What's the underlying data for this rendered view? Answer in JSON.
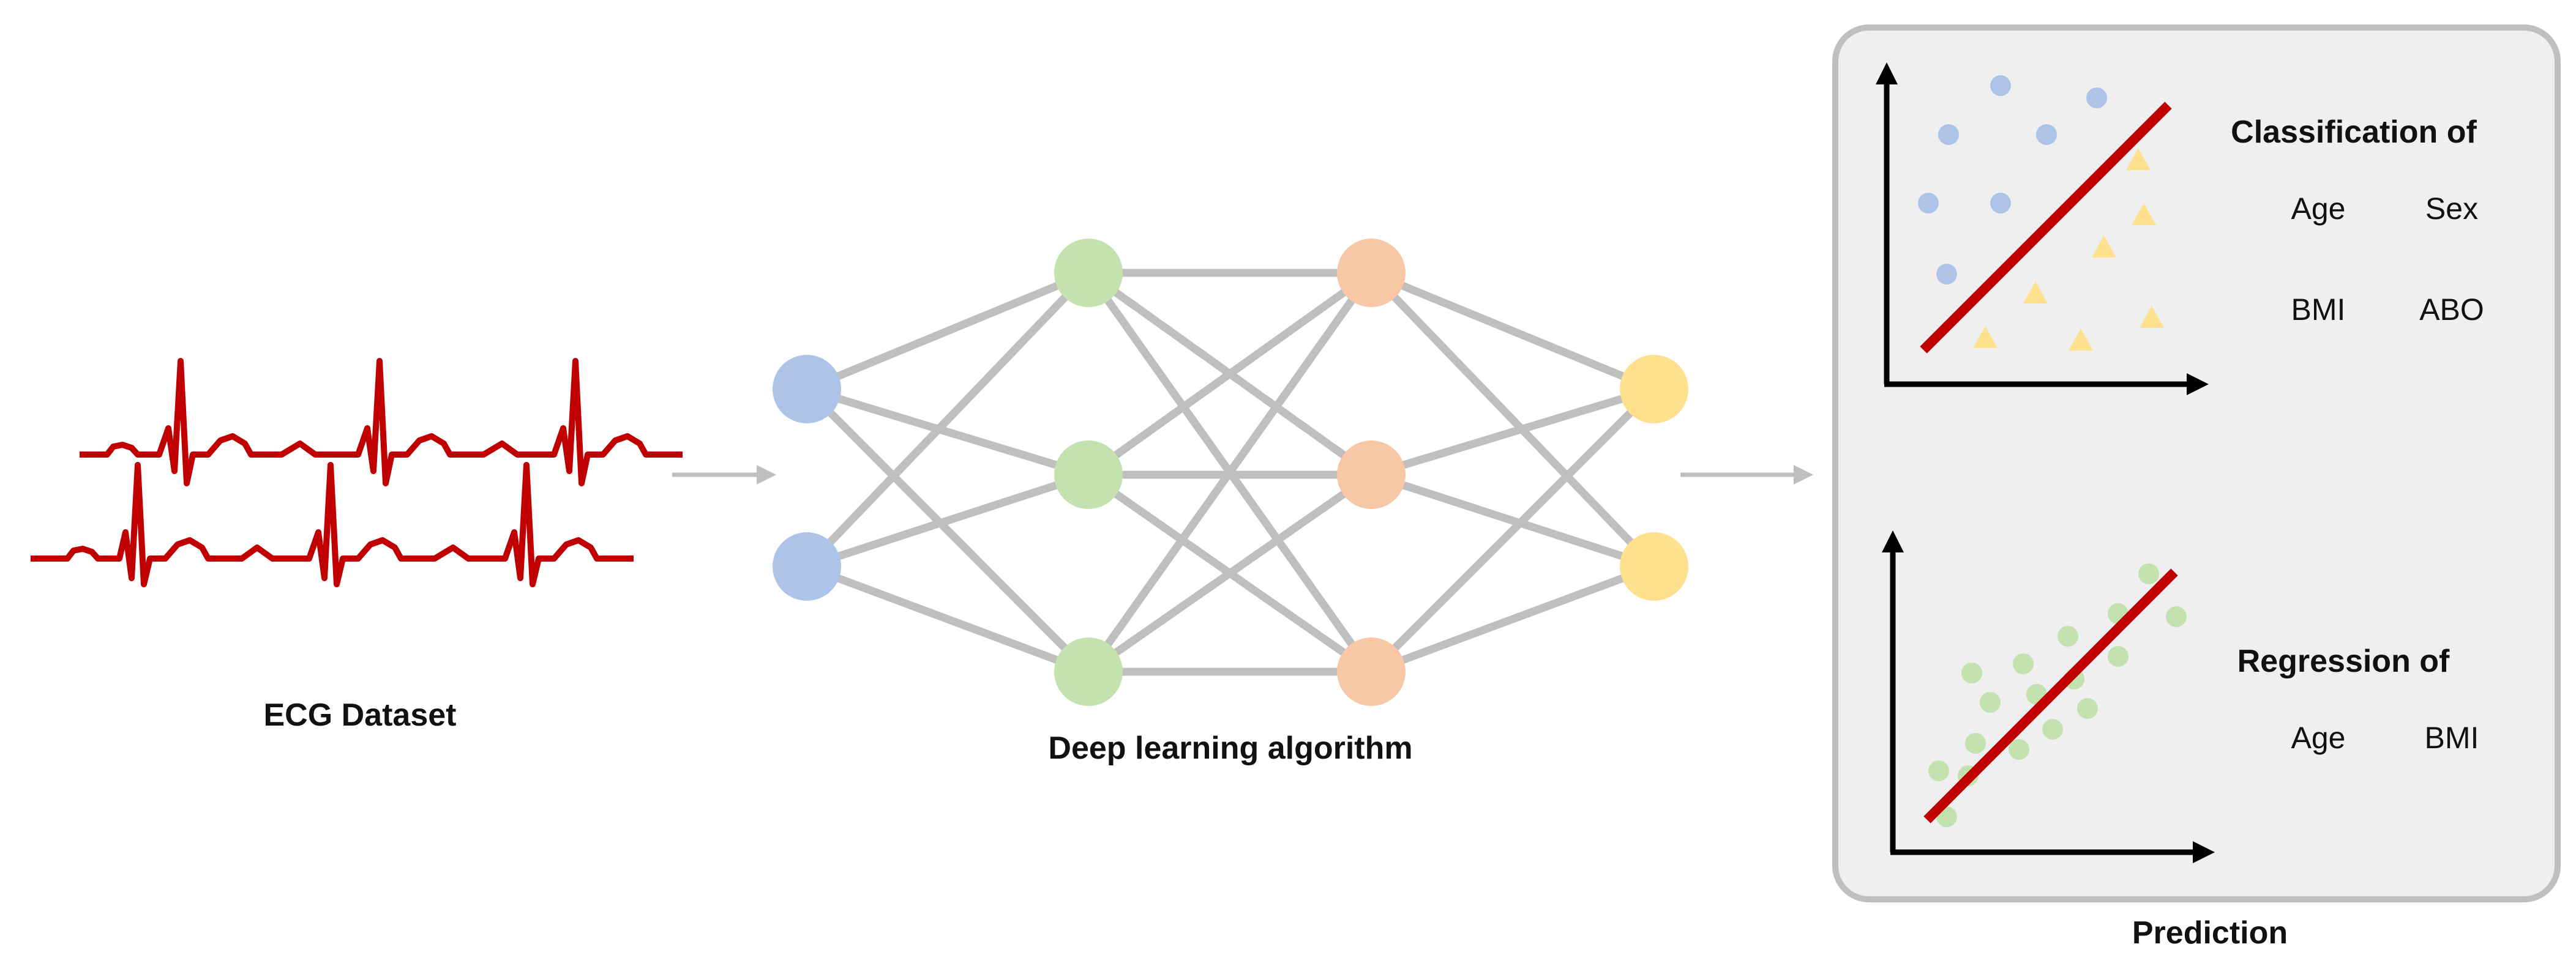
{
  "labels": {
    "ecg_dataset": "ECG Dataset",
    "deep_learning": "Deep learning algorithm",
    "prediction": "Prediction"
  },
  "classification": {
    "title": "Classification of",
    "items": [
      "Age",
      "Sex",
      "BMI",
      "ABO"
    ]
  },
  "regression": {
    "title": "Regression of",
    "items": [
      "Age",
      "BMI"
    ]
  },
  "colors": {
    "ecg": "#c00000",
    "network_edge": "#bfbfbf",
    "input_node": "#adc4e8",
    "hidden1_node": "#c4e1b0",
    "hidden2_node": "#f7c7a6",
    "output_node": "#ffe08f",
    "panel_bg": "#efefef",
    "panel_border": "#bfbfbf",
    "fit_line": "#c00000",
    "class_a_point": "#adc4e8",
    "class_b_point": "#ffe08f",
    "reg_point": "#c4e1b0"
  },
  "network": {
    "layers": [
      2,
      3,
      3,
      2
    ]
  }
}
